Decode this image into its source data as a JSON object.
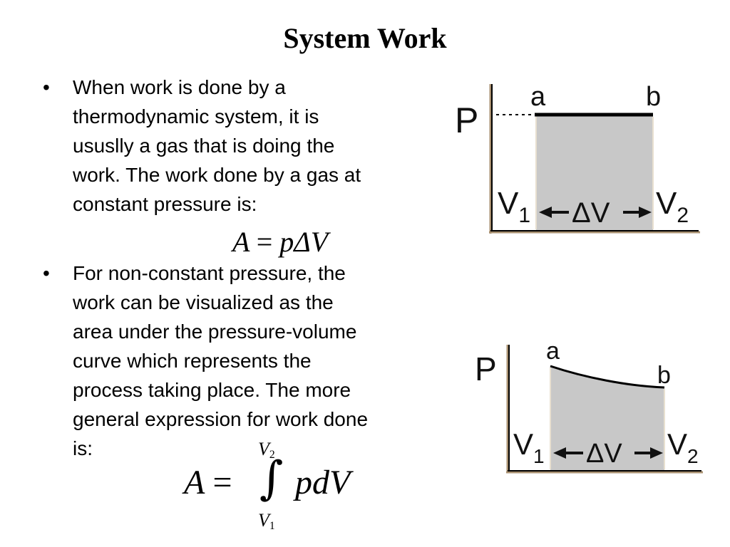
{
  "slide": {
    "title": "System Work",
    "bullets": [
      {
        "marker": "•",
        "lines": [
          "When work is done by a",
          "thermodynamic system, it is",
          "ususlly a gas that is doing the",
          "work. The work done by a gas at",
          "constant pressure is:"
        ]
      },
      {
        "marker": "•",
        "lines": [
          "For non-constant pressure, the",
          "work can be visualized as the",
          "area under the pressure-volume",
          "curve which represents the",
          "process taking place. The more",
          "general expression for work done",
          "is:"
        ]
      }
    ],
    "equation1": {
      "lhs": "A",
      "eq": "=",
      "rhs": "pΔV"
    },
    "equation2": {
      "lhs": "A",
      "eq": "=",
      "integral": "∫",
      "upper_var": "V",
      "upper_sub": "2",
      "lower_var": "V",
      "lower_sub": "1",
      "integrand": "pdV"
    }
  },
  "diagram_constant": {
    "axis_label": "P",
    "point_a": "a",
    "point_b": "b",
    "v1_var": "V",
    "v1_sub": "1",
    "v2_var": "V",
    "v2_sub": "2",
    "delta_label": "ΔV",
    "fill_color": "#c8c8c8",
    "axis_color": "#a89070"
  },
  "diagram_variable": {
    "axis_label": "P",
    "point_a": "a",
    "point_b": "b",
    "v1_var": "V",
    "v1_sub": "1",
    "v2_var": "V",
    "v2_sub": "2",
    "delta_label": "ΔV",
    "fill_color": "#c8c8c8",
    "axis_color": "#a89070"
  }
}
